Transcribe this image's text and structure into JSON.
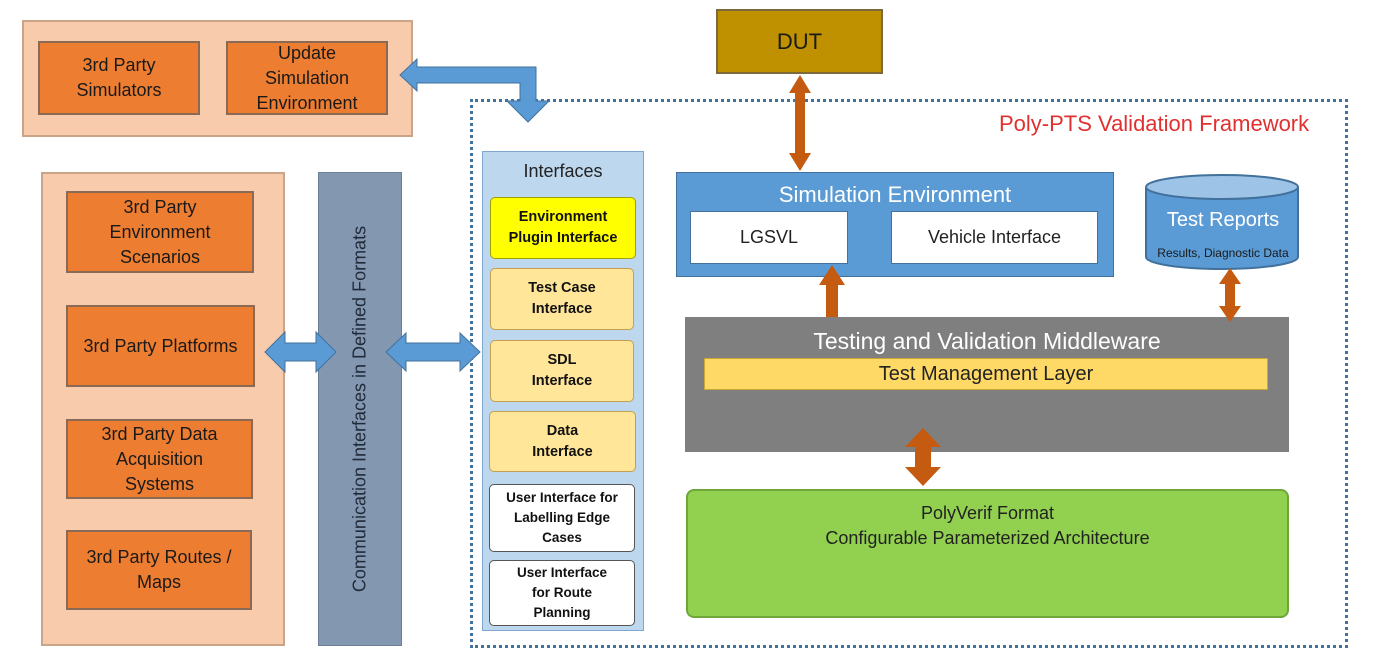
{
  "dut": {
    "label": "DUT"
  },
  "top_group": {
    "simulators": "3rd Party\nSimulators",
    "update_sim": "Update\nSimulation\nEnvironment"
  },
  "left_group": {
    "items": [
      "3rd Party\nEnvironment\nScenarios",
      "3rd Party Platforms",
      "3rd Party Data\nAcquisition\nSystems",
      "3rd Party Routes /\nMaps"
    ]
  },
  "comm": {
    "label": "Communication Interfaces in Defined Formats"
  },
  "framework": {
    "title": "Poly-PTS Validation Framework"
  },
  "interfaces": {
    "title": "Interfaces",
    "items": [
      "Environment\nPlugin Interface",
      "Test Case\nInterface",
      "SDL\nInterface",
      "Data\nInterface",
      "User Interface for\nLabelling Edge\nCases",
      "User Interface\nfor Route\nPlanning"
    ]
  },
  "simulation": {
    "title": "Simulation Environment",
    "lgsvl": "LGSVL",
    "vehicle": "Vehicle Interface"
  },
  "test_reports": {
    "title": "Test Reports",
    "subtitle": "Results, Diagnostic Data"
  },
  "middleware": {
    "title": "Testing and Validation Middleware",
    "layer": "Test Management Layer"
  },
  "polyverif": {
    "text": "PolyVerif Format\nConfigurable Parameterized Architecture"
  },
  "colors": {
    "blue_arrow": "#5b9bd5",
    "orange_arrow": "#c55a11",
    "frame_title": "#e03030"
  }
}
